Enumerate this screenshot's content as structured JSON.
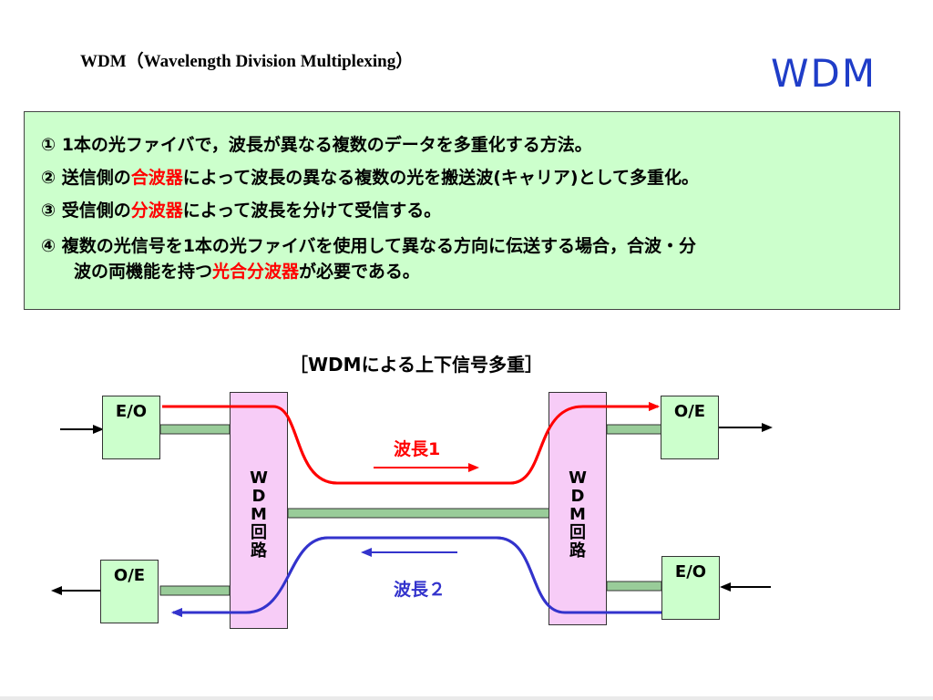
{
  "title": "WDM（Wavelength Division Multiplexing）",
  "logo": "WDM",
  "points": {
    "p1": {
      "text": "① 1本の光ファイバで，波長が異なる複数のデータを多重化する方法。"
    },
    "p2": {
      "pre": "② 送信側の",
      "highlight": "合波器",
      "post": "によって波長の異なる複数の光を搬送波(キャリア)として多重化。"
    },
    "p3": {
      "pre": "③ 受信側の",
      "highlight": "分波器",
      "post": "によって波長を分けて受信する。"
    },
    "p4": {
      "line1": "④ 複数の光信号を1本の光ファイバを使用して異なる方向に伝送する場合，合波・分",
      "line2_pre": "波の両機能を持つ",
      "line2_highlight": "光合分波器",
      "line2_post": "が必要である。"
    }
  },
  "diagram": {
    "title": "［WDMによる上下信号多重］",
    "left_top_box": "E/O",
    "left_bottom_box": "O/E",
    "right_top_box": "O/E",
    "right_bottom_box": "E/O",
    "wdm_left": "W\nD\nM\n回\n路",
    "wdm_right": "W\nD\nM\n回\n路",
    "wavelength1": "波長1",
    "wavelength2": "波長２",
    "colors": {
      "wavelength1": "#ff0000",
      "wavelength2": "#3333cc",
      "fiber": "#99cc99",
      "wdm_fill": "#f7ccf7",
      "box_fill": "#ccffcc"
    }
  }
}
